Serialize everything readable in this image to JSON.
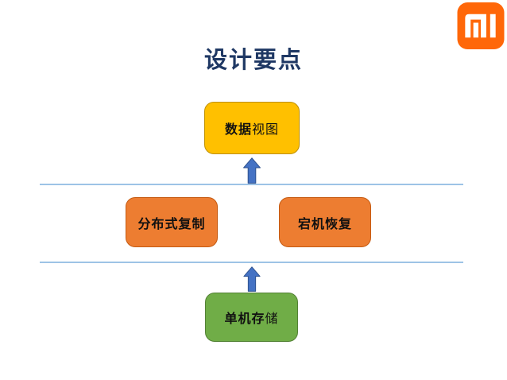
{
  "slide": {
    "title": "设计要点",
    "boxes": {
      "data_view": {
        "strong": "数据",
        "light": "视图"
      },
      "dist_replication": {
        "strong": "分布式复制",
        "light": ""
      },
      "crash_recovery": {
        "strong": "宕机恢复",
        "light": ""
      },
      "single_storage": {
        "strong": "单机存",
        "light": "储"
      }
    },
    "icons": {
      "logo": "xiaomi-mi-logo"
    },
    "colors": {
      "title_text": "#1F3864",
      "yellow_fill": "#FFC000",
      "yellow_border": "#BF9000",
      "orange_fill": "#ED7D31",
      "orange_border": "#C55A11",
      "green_fill": "#70AD47",
      "green_border": "#538135",
      "arrow_fill": "#4472C4",
      "arrow_border": "#2F528F",
      "divider_line": "#9DC3E6",
      "logo_background": "#FF6709",
      "box_text": "#111111"
    }
  }
}
